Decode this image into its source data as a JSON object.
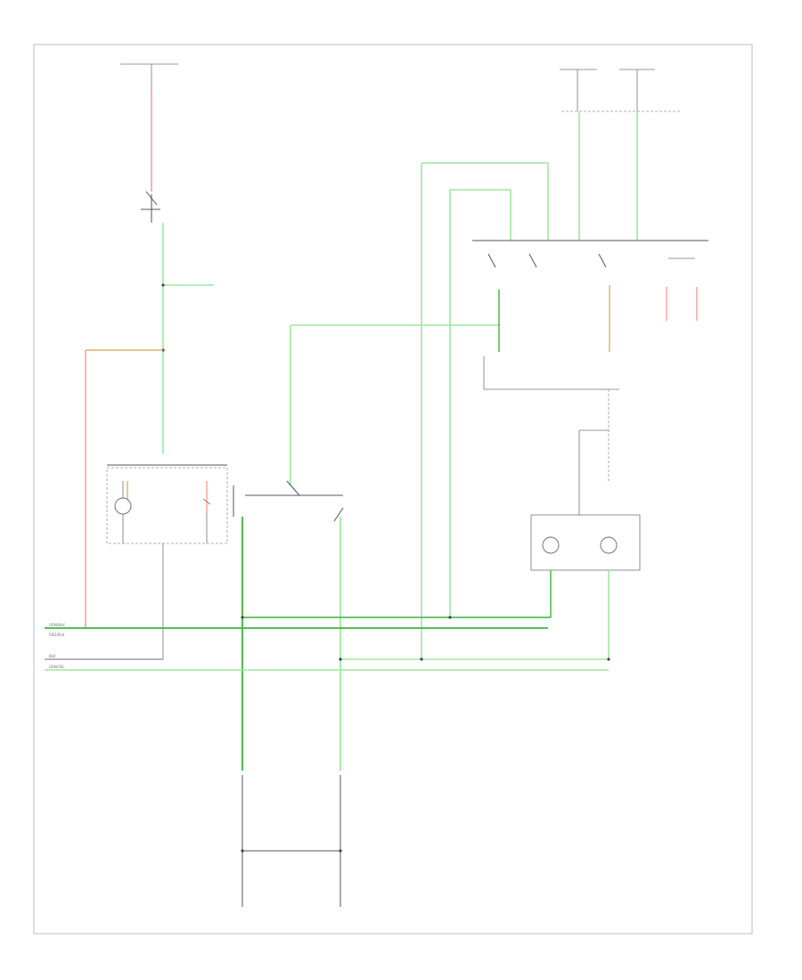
{
  "colors": {
    "green": "#9ee89e",
    "dark_green": "#3cb43c",
    "red": "#f7a0a0",
    "orange": "#d9b36b",
    "gray": "#888888",
    "black": "#444444"
  },
  "wire_legend": [
    {
      "label": "GRN/BLK",
      "color": "#3cb43c"
    },
    {
      "label": "RED/BLK",
      "color": "#f7a0a0"
    },
    {
      "label": "BLK",
      "color": "#888888"
    },
    {
      "label": "GRN/YEL",
      "color": "#9ee89e"
    }
  ]
}
